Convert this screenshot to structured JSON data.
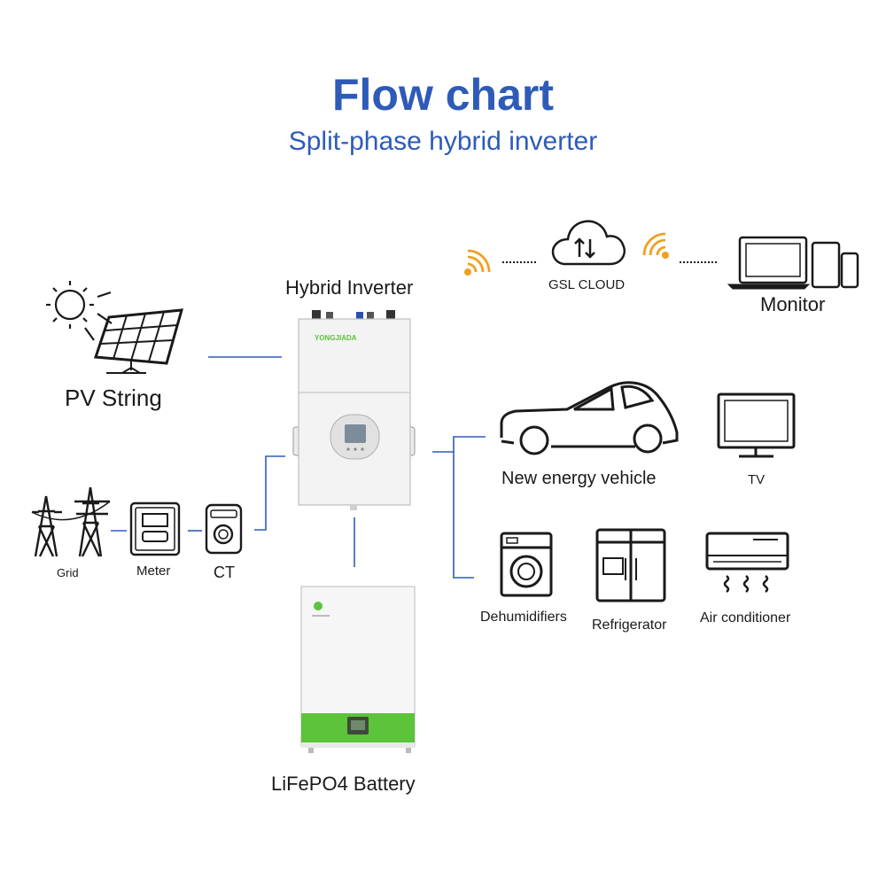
{
  "header": {
    "title": "Flow chart",
    "subtitle": "Split-phase hybrid inverter"
  },
  "nodes": {
    "pv_string": "PV String",
    "hybrid_inverter": "Hybrid Inverter",
    "inverter_brand": "YONGJIADA",
    "gsl_cloud": "GSL CLOUD",
    "monitor": "Monitor",
    "grid": "Grid",
    "meter": "Meter",
    "ct": "CT",
    "battery": "LiFePO4 Battery",
    "ev": "New energy vehicle",
    "tv": "TV",
    "dehumidifiers": "Dehumidifiers",
    "refrigerator": "Refrigerator",
    "air_conditioner": "Air conditioner"
  },
  "colors": {
    "title": "#2e5bb8",
    "connector": "#2e5bb8",
    "wifi": "#f0a020",
    "battery_band": "#5cc33a",
    "icon": "#1a1a1a"
  }
}
